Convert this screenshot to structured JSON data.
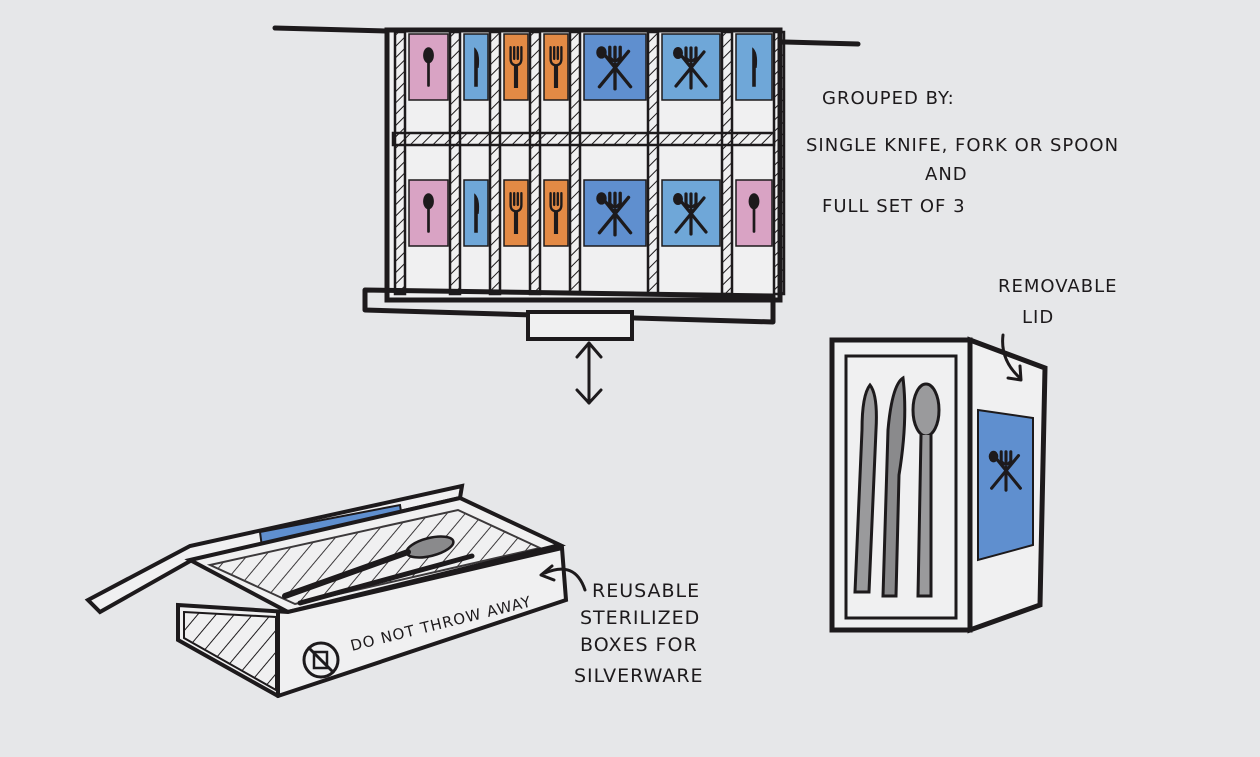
{
  "notes": {
    "grouped_by": {
      "line1": "GROUPED BY:",
      "line2": "SINGLE KNIFE, FORK OR SPOON",
      "line3": "AND",
      "line4": "FULL SET OF 3"
    },
    "removable_lid": {
      "line1": "REMOVABLE",
      "line2": "LID"
    },
    "reusable": {
      "line1": "REUSABLE",
      "line2": "STERILIZED",
      "line3": "BOXES FOR",
      "line4": "SILVERWARE"
    },
    "box_label": "DO NOT THROW AWAY"
  },
  "colors": {
    "paper": "#e6e7e9",
    "ink": "#1d1a1c",
    "pink": "#d9a3c4",
    "blue": "#5f8fcf",
    "light_blue": "#6fa7d8",
    "orange": "#e38a45"
  },
  "icons": {
    "spoon": "spoon-icon",
    "knife": "knife-icon",
    "fork": "fork-icon",
    "full_set": "cutlery-set-icon",
    "no_trash": "no-trash-icon",
    "double_arrow": "double-arrow-icon"
  },
  "drawer": {
    "top_row": [
      "spoon",
      "knife",
      "fork",
      "fork",
      "set",
      "set",
      "knife"
    ],
    "bottom_row": [
      "spoon",
      "knife",
      "fork",
      "fork",
      "set",
      "set",
      "spoon"
    ],
    "top_colors": [
      "pink",
      "light_blue",
      "orange",
      "orange",
      "blue",
      "light_blue",
      "light_blue"
    ],
    "bottom_colors": [
      "pink",
      "light_blue",
      "orange",
      "orange",
      "blue",
      "light_blue",
      "pink"
    ]
  }
}
